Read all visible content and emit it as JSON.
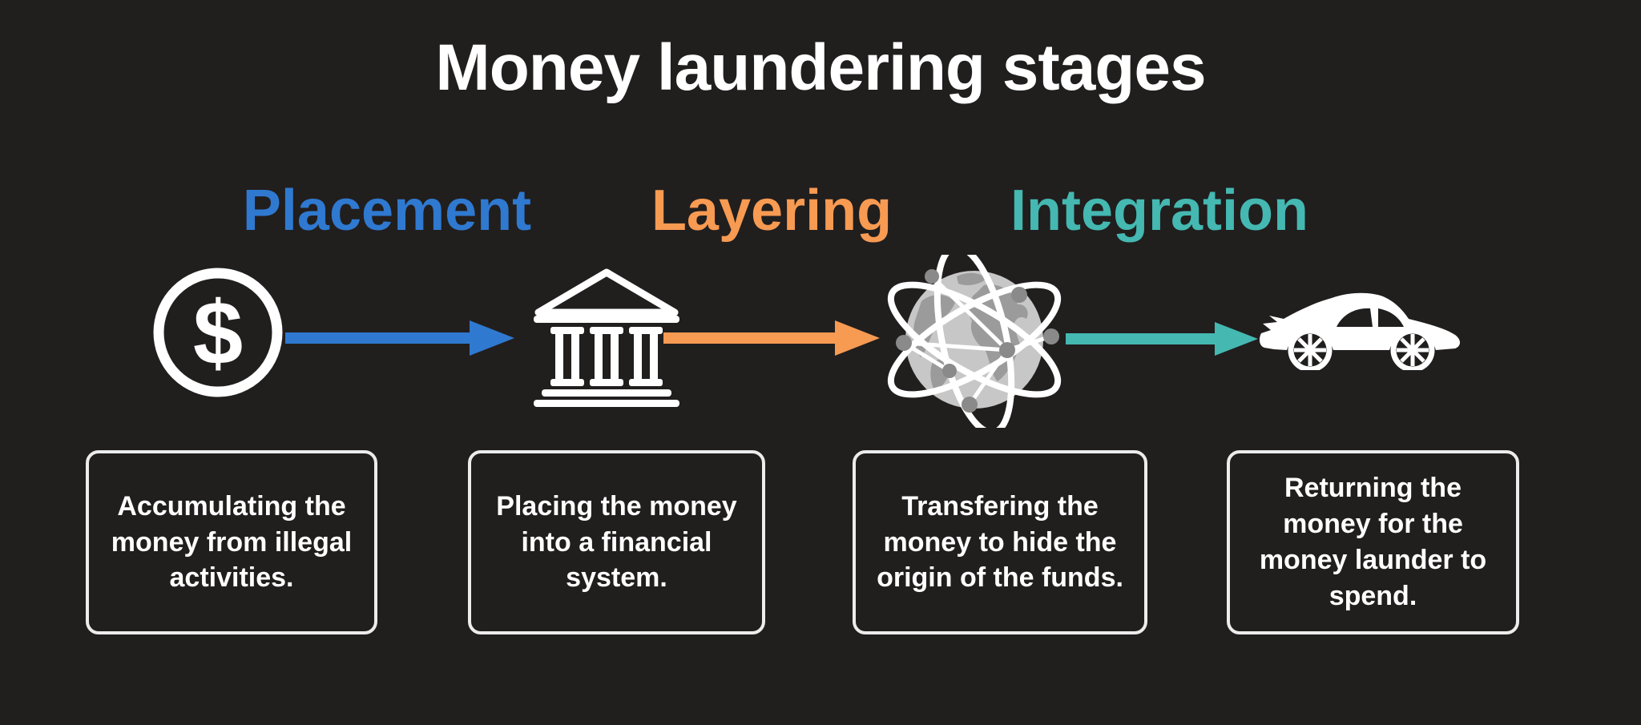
{
  "title": "Money laundering stages",
  "colors": {
    "background": "#211E1E",
    "text": "#FFFFFF",
    "box_border": "#ECECEC",
    "globe_sphere": "#C7C7C7",
    "globe_land": "#9B9B9B",
    "globe_node": "#8A8A8A"
  },
  "flow": {
    "labels": [
      {
        "text": "Placement",
        "color": "#2F79D0"
      },
      {
        "text": "Layering",
        "color": "#F79A52"
      },
      {
        "text": "Integration",
        "color": "#44B8B1"
      }
    ],
    "icons": [
      {
        "name": "dollar-coin-icon",
        "symbol": "$"
      },
      {
        "name": "bank-icon"
      },
      {
        "name": "globe-network-icon"
      },
      {
        "name": "sports-car-icon"
      }
    ],
    "arrows": [
      {
        "color": "#2F79D0"
      },
      {
        "color": "#F79A52"
      },
      {
        "color": "#44B8B1"
      }
    ],
    "descriptions": [
      "Accumulating the money from illegal activities.",
      "Placing the money into a financial system.",
      "Transfering the money to hide the origin of the funds.",
      "Returning the money for the money launder to spend."
    ]
  }
}
